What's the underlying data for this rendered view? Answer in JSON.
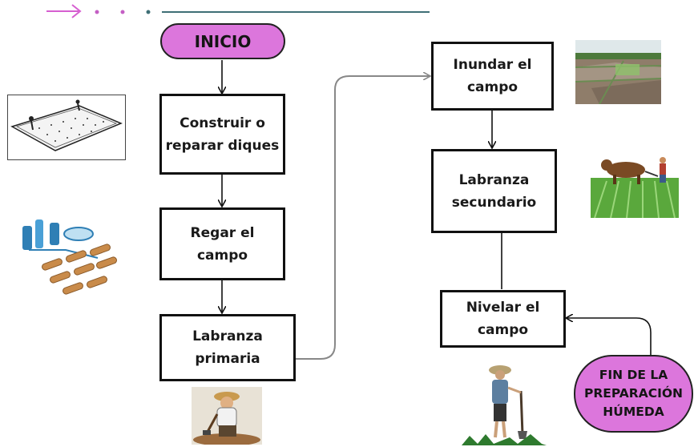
{
  "diagram": {
    "start": "INICIO",
    "steps": [
      {
        "id": "s1",
        "label": "Construir o reparar diques"
      },
      {
        "id": "s2",
        "label": "Regar el campo"
      },
      {
        "id": "s3",
        "label": "Labranza primaria"
      },
      {
        "id": "s4",
        "label": "Inundar el campo"
      },
      {
        "id": "s5",
        "label": "Labranza secundario"
      },
      {
        "id": "s6",
        "label": "Nivelar el campo"
      }
    ],
    "end": "FIN DE LA PREPARACIÓN HÚMEDA"
  },
  "colors": {
    "pill": "#dc76dc",
    "accent_arrow": "#d65fd0",
    "line": "#333333",
    "header_line": "#3f6f76"
  },
  "illustrations": [
    "rice-field-sketch",
    "irrigation-system",
    "farmer-hoeing",
    "flooded-paddy",
    "ox-plowing",
    "farmer-with-hoe"
  ]
}
